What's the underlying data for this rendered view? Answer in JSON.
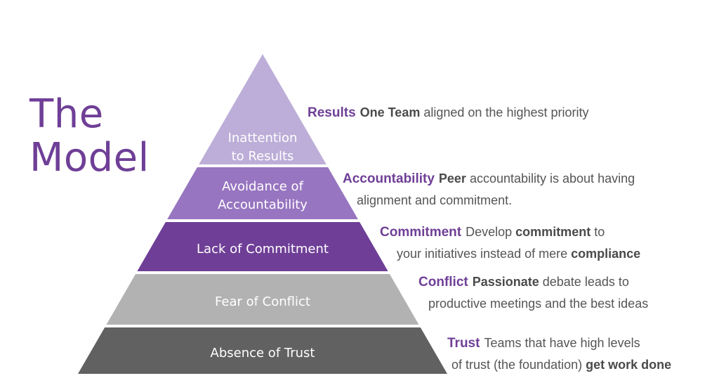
{
  "title": {
    "line1": "The",
    "line2": "Model"
  },
  "colors": {
    "title": "#6f3f97",
    "accent": "#6f3f97",
    "text": "#555555",
    "tier_results": "#bcaed8",
    "tier_accountability": "#9775c0",
    "tier_commitment": "#6f3f97",
    "tier_conflict": "#b2b2b2",
    "tier_trust": "#616161"
  },
  "tiers": [
    {
      "lines": [
        "Inattention",
        "to Results"
      ],
      "color": "#bcaed8"
    },
    {
      "lines": [
        "Avoidance of",
        "Accountability"
      ],
      "color": "#9775c0"
    },
    {
      "lines": [
        "Lack of Commitment"
      ],
      "color": "#6f3f97"
    },
    {
      "lines": [
        "Fear of Conflict"
      ],
      "color": "#b2b2b2"
    },
    {
      "lines": [
        "Absence of Trust"
      ],
      "color": "#616161"
    }
  ],
  "descriptions": {
    "results": {
      "label": "Results",
      "b1": "One Team",
      "t1": " aligned on the highest priority"
    },
    "accountability": {
      "label": "Accountability",
      "b1": "Peer",
      "t1": " accountability is about having",
      "line2": "alignment and commitment."
    },
    "commitment": {
      "label": "Commitment",
      "t1": "Develop ",
      "b1": "commitment",
      "t2": " to",
      "line2_text": "your initiatives instead of mere ",
      "line2_bold": "compliance"
    },
    "conflict": {
      "label": "Conflict",
      "b1": "Passionate",
      "t1": " debate leads to",
      "line2": "productive meetings and the best ideas"
    },
    "trust": {
      "label": "Trust",
      "t1": "Teams that have high levels",
      "line2_text": "of trust (the foundation) ",
      "line2_bold": "get work done"
    }
  }
}
